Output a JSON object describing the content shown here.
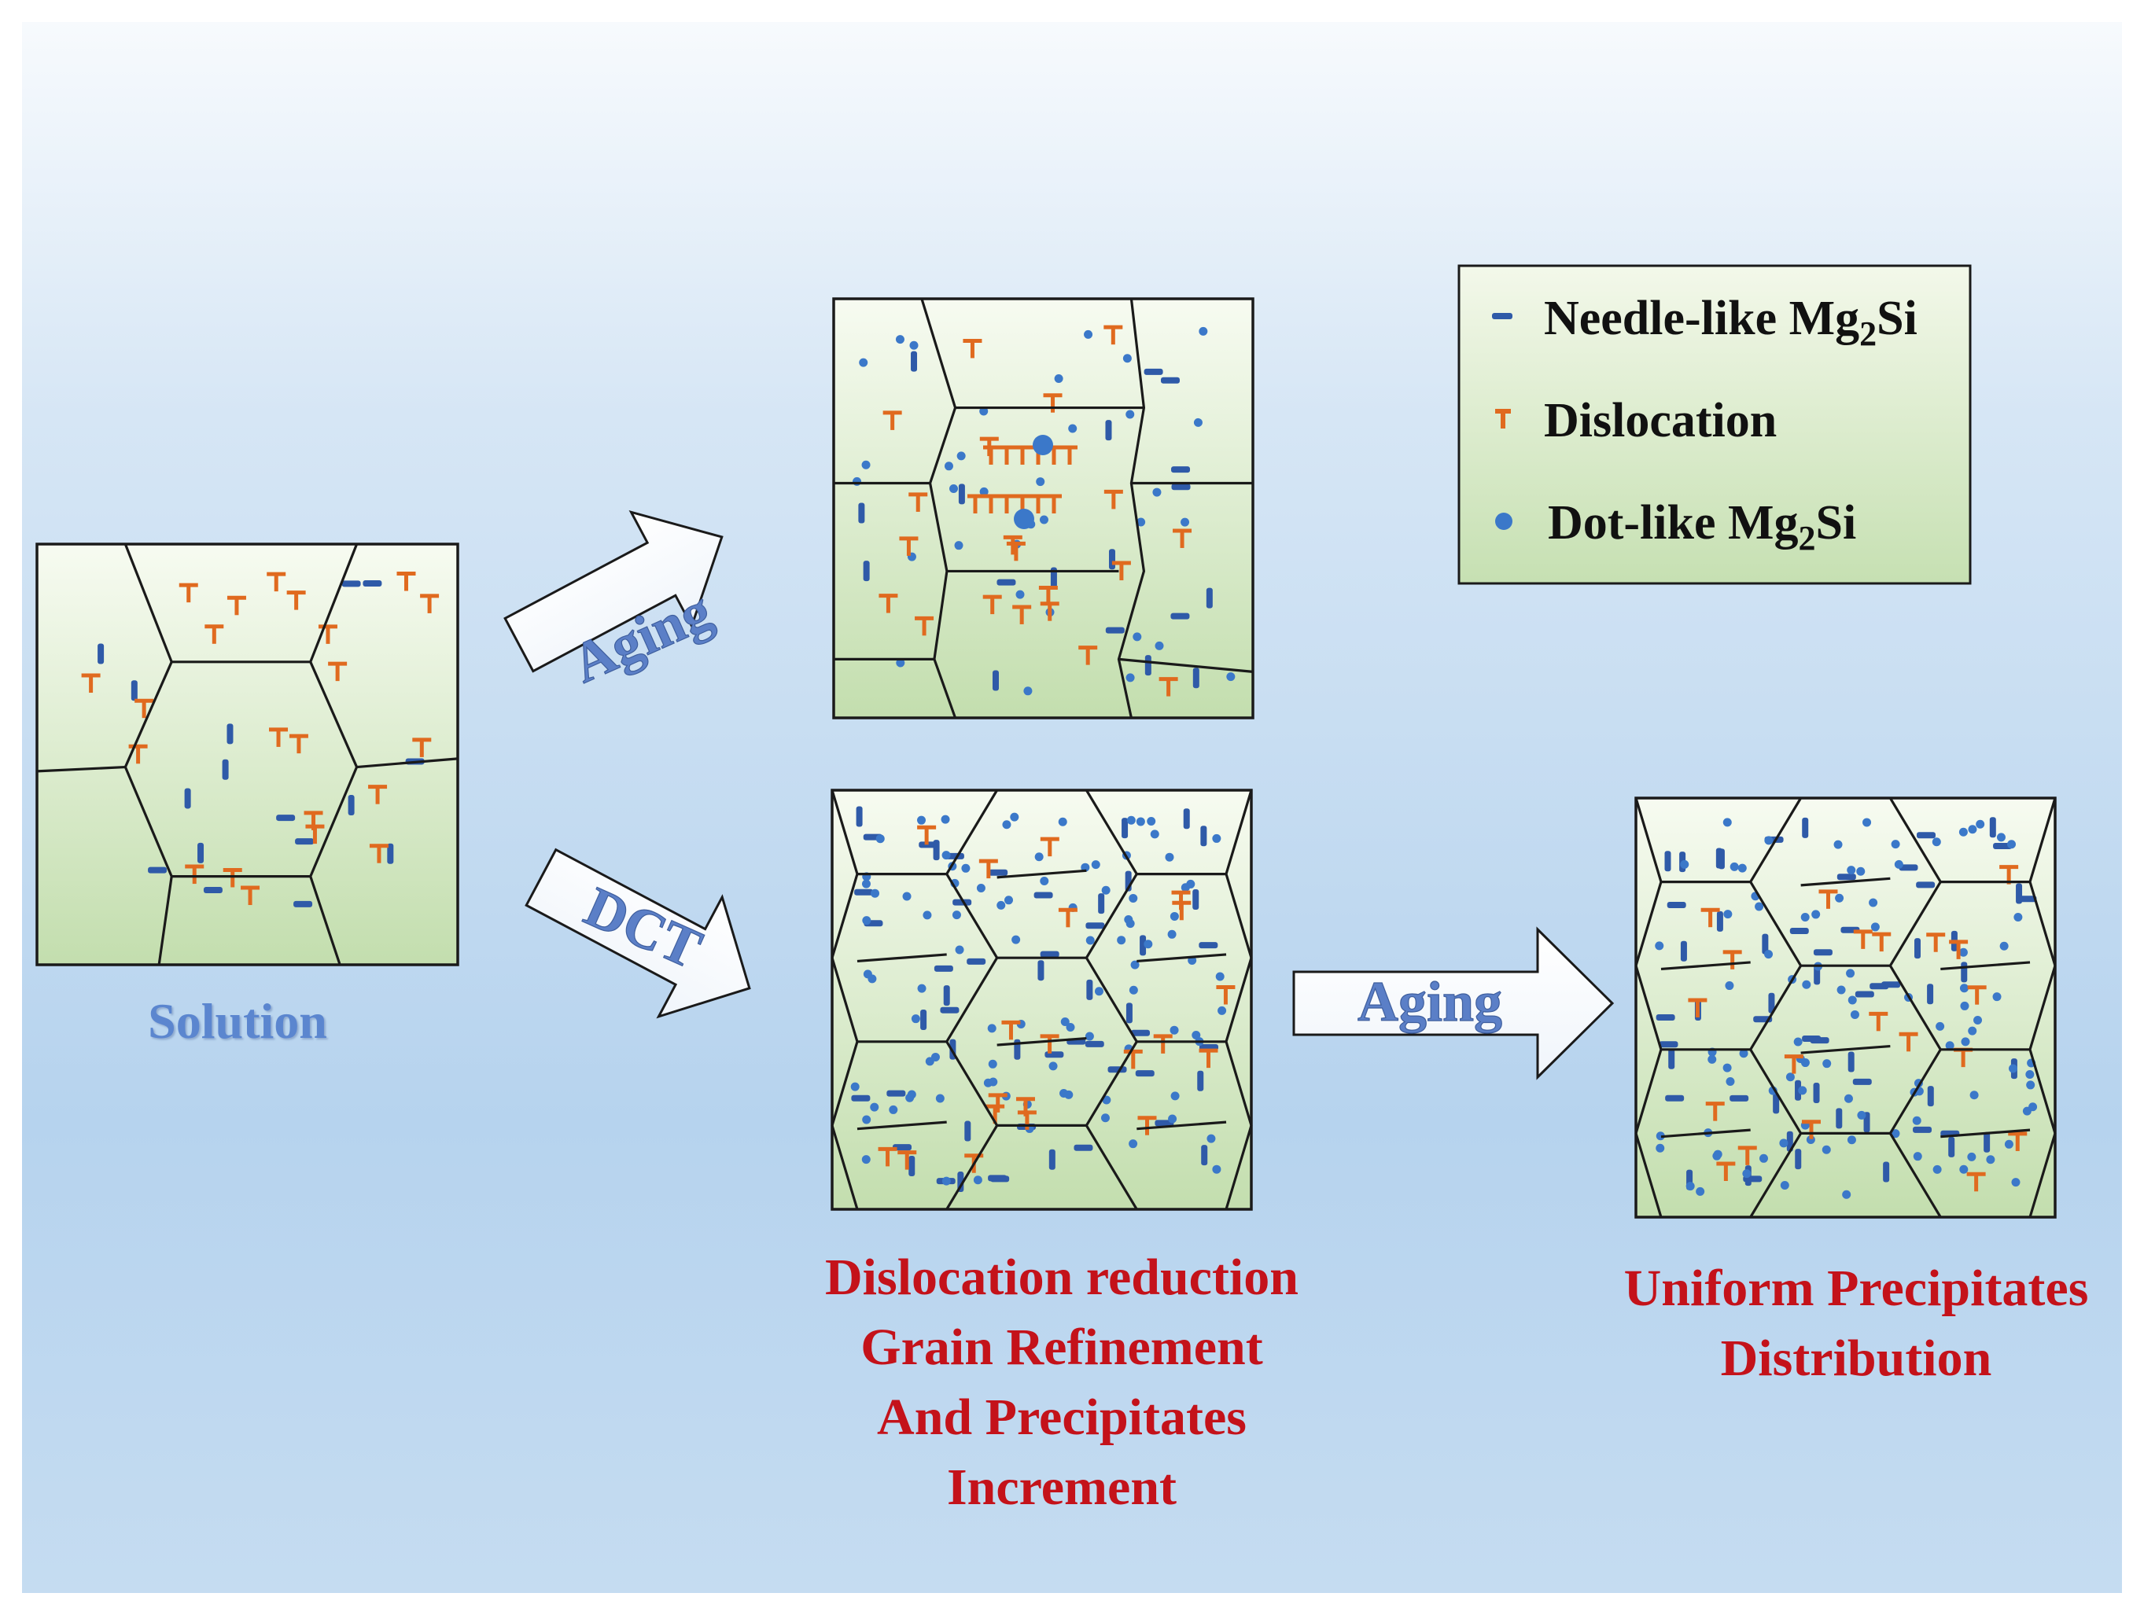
{
  "arrows": {
    "aging_top": "Aging",
    "dct": "DCT",
    "aging_bottom": "Aging"
  },
  "legend": {
    "needle_label": "Needle-like Mg",
    "needle_sub": "2",
    "needle_tail": "Si",
    "dislocation_label": "Dislocation",
    "dot_label": "Dot-like Mg",
    "dot_sub": "2",
    "dot_tail": "Si"
  },
  "captions": {
    "solution": "Solution",
    "dct_lines": [
      "Dislocation reduction",
      "Grain Refinement",
      "And Precipitates",
      "Increment"
    ],
    "final_lines": [
      "Uniform Precipitates",
      "Distribution"
    ]
  },
  "colors": {
    "needle": "#2f5aa8",
    "dislocation": "#e06a1f",
    "dot": "#3b78c9",
    "grain_light": "#f6faef",
    "grain_dark": "#c3deaf",
    "caption_red": "#c4121a",
    "caption_blue": "#5b86cf"
  }
}
